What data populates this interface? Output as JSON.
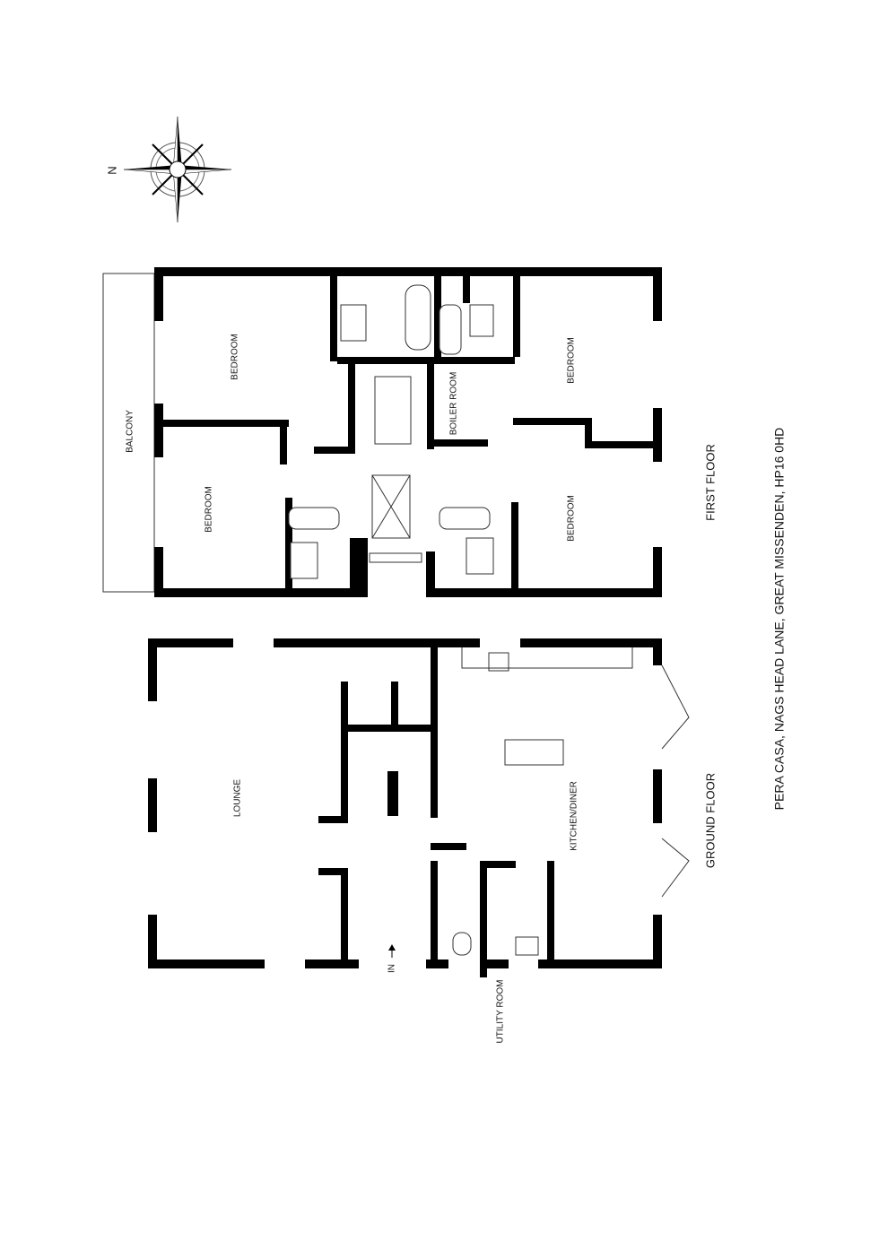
{
  "compass": {
    "north_label": "N"
  },
  "first_floor": {
    "title": "FIRST FLOOR",
    "rooms": {
      "bedroom_1": "BEDROOM",
      "bedroom_2": "BEDROOM",
      "bedroom_3": "BEDROOM",
      "bedroom_4": "BEDROOM",
      "balcony": "BALCONY",
      "boiler_room": "BOILER ROOM"
    }
  },
  "ground_floor": {
    "title": "GROUND FLOOR",
    "rooms": {
      "lounge": "LOUNGE",
      "kitchen_diner": "KITCHEN/DINER",
      "utility_room": "UTILITY ROOM",
      "entrance": "IN"
    }
  },
  "address": "PERA CASA, NAGS HEAD LANE, GREAT MISSENDEN, HP16 0HD"
}
